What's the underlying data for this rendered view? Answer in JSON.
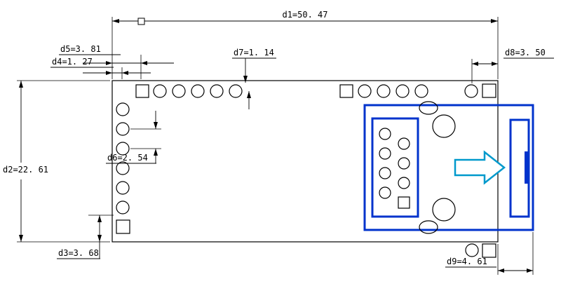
{
  "drawing": {
    "kind": "pcb-module-dimension-drawing",
    "colors": {
      "line": "#000000",
      "connector_blue": "#0033cc",
      "arrow_blue": "#0099cc",
      "background": "#ffffff"
    },
    "dimensions": {
      "d1": {
        "label": "d1=50. 47",
        "value": 50.47
      },
      "d2": {
        "label": "d2=22. 61",
        "value": 22.61
      },
      "d3": {
        "label": "d3=3. 68",
        "value": 3.68
      },
      "d4": {
        "label": "d4=1. 27",
        "value": 1.27
      },
      "d5": {
        "label": "d5=3. 81",
        "value": 3.81
      },
      "d6": {
        "label": "d6=2. 54",
        "value": 2.54
      },
      "d7": {
        "label": "d7=1. 14",
        "value": 1.14
      },
      "d8": {
        "label": "d8=3. 50",
        "value": 3.5
      },
      "d9": {
        "label": "d9=4. 61",
        "value": 4.61
      }
    }
  }
}
